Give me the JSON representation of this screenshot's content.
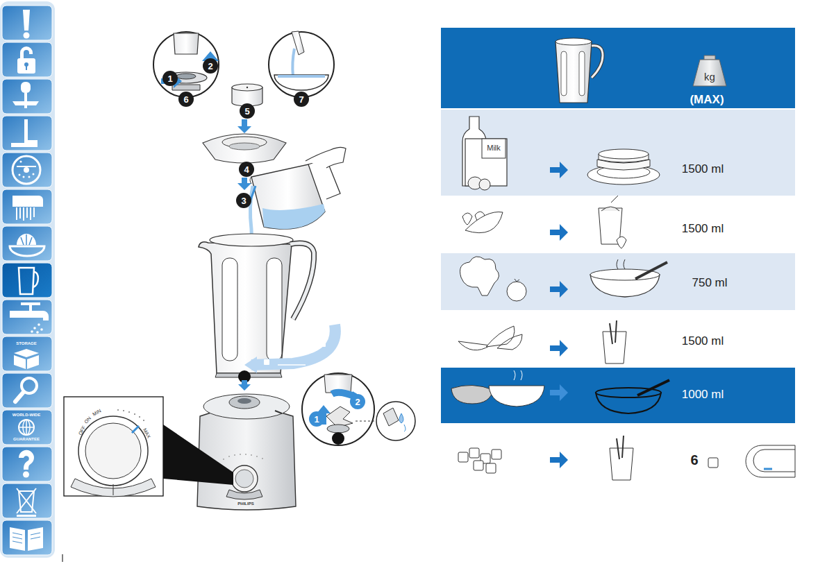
{
  "diagram": {
    "nodes": [
      {
        "text": [
          "1"
        ]
      },
      {
        "text": [
          "2"
        ]
      },
      {
        "text": [
          "6"
        ]
      },
      {
        "text": [
          "7"
        ]
      },
      {
        "text": [
          "5"
        ]
      },
      {
        "text": [
          "4"
        ]
      },
      {
        "text": [
          "3"
        ]
      },
      {
        "text": [
          "2"
        ]
      },
      {
        "text": [
          "1"
        ]
      },
      {
        "text": [
          "(MAX)"
        ]
      },
      {
        "text": [
          "kg"
        ],
        "in": 9
      },
      {
        "text": [
          "1500 ml"
        ]
      },
      {
        "text": [
          "1500 ml"
        ]
      },
      {
        "text": [
          "750 ml"
        ]
      },
      {
        "text": [
          "1500 ml"
        ]
      },
      {
        "text": [
          "1000 ml"
        ]
      },
      {
        "text": [
          "6"
        ]
      }
    ],
    "labels": [
      "Milk",
      "OFF",
      "ON",
      "MIN",
      "MAX",
      "PHILIPS",
      "STORAGE",
      "WORLD-WIDE",
      "GUARANTEE"
    ]
  }
}
